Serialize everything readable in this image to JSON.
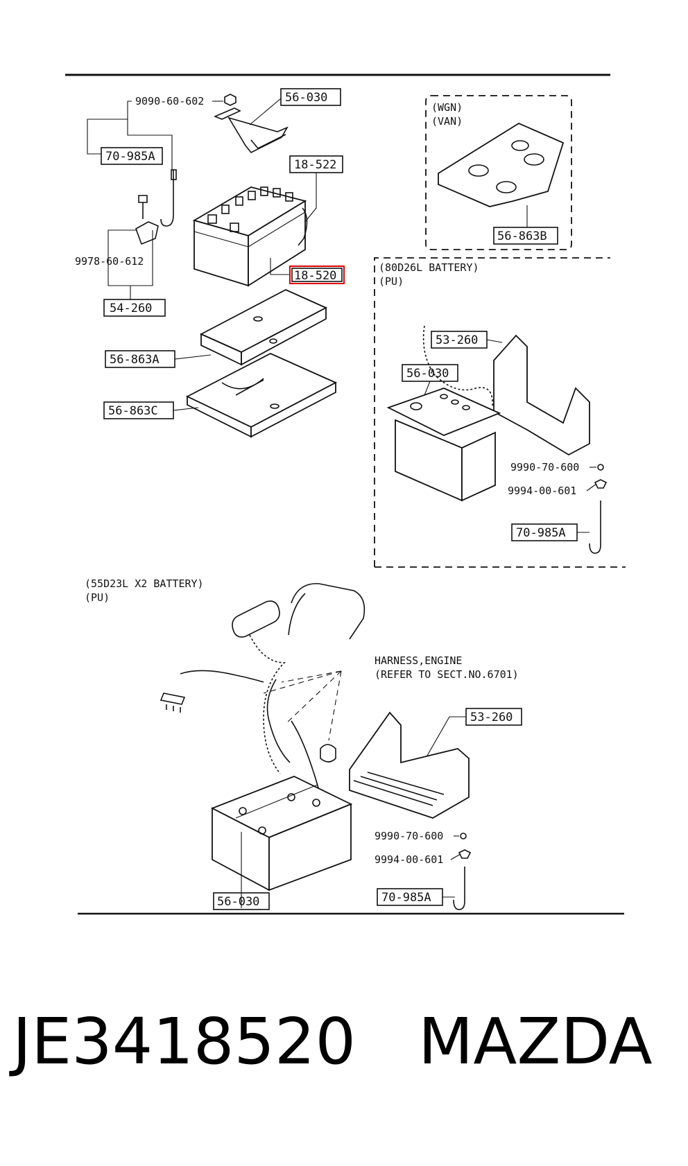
{
  "part_number": "JE3418520",
  "brand": "MAZDA",
  "highlight_color": "#e00000",
  "main": {
    "callouts": {
      "c_56_030": "56-030",
      "c_9090": "9090-60-602",
      "c_70_985a": "70-985A",
      "c_18_522": "18-522",
      "c_9978": "9978-60-612",
      "c_18_520": "18-520",
      "c_54_260": "54-260",
      "c_56_863a": "56-863A",
      "c_56_863c": "56-863C"
    }
  },
  "wgn_van": {
    "title_line1": "(WGN)",
    "title_line2": "(VAN)",
    "callout": "56-863B"
  },
  "battery_80d26l": {
    "title_line1": "(80D26L BATTERY)",
    "title_line2": "(PU)",
    "c_53_260": "53-260",
    "c_56_030": "56-030",
    "c_9990": "9990-70-600",
    "c_9994": "9994-00-601",
    "c_70_985a": "70-985A"
  },
  "battery_55d23l": {
    "title_line1": "(55D23L X2 BATTERY)",
    "title_line2": "(PU)",
    "harness_line1": "HARNESS,ENGINE",
    "harness_line2": "(REFER TO SECT.NO.6701)",
    "c_53_260": "53-260",
    "c_9990": "9990-70-600",
    "c_9994": "9994-00-601",
    "c_70_985a": "70-985A",
    "c_56_030": "56-030"
  }
}
